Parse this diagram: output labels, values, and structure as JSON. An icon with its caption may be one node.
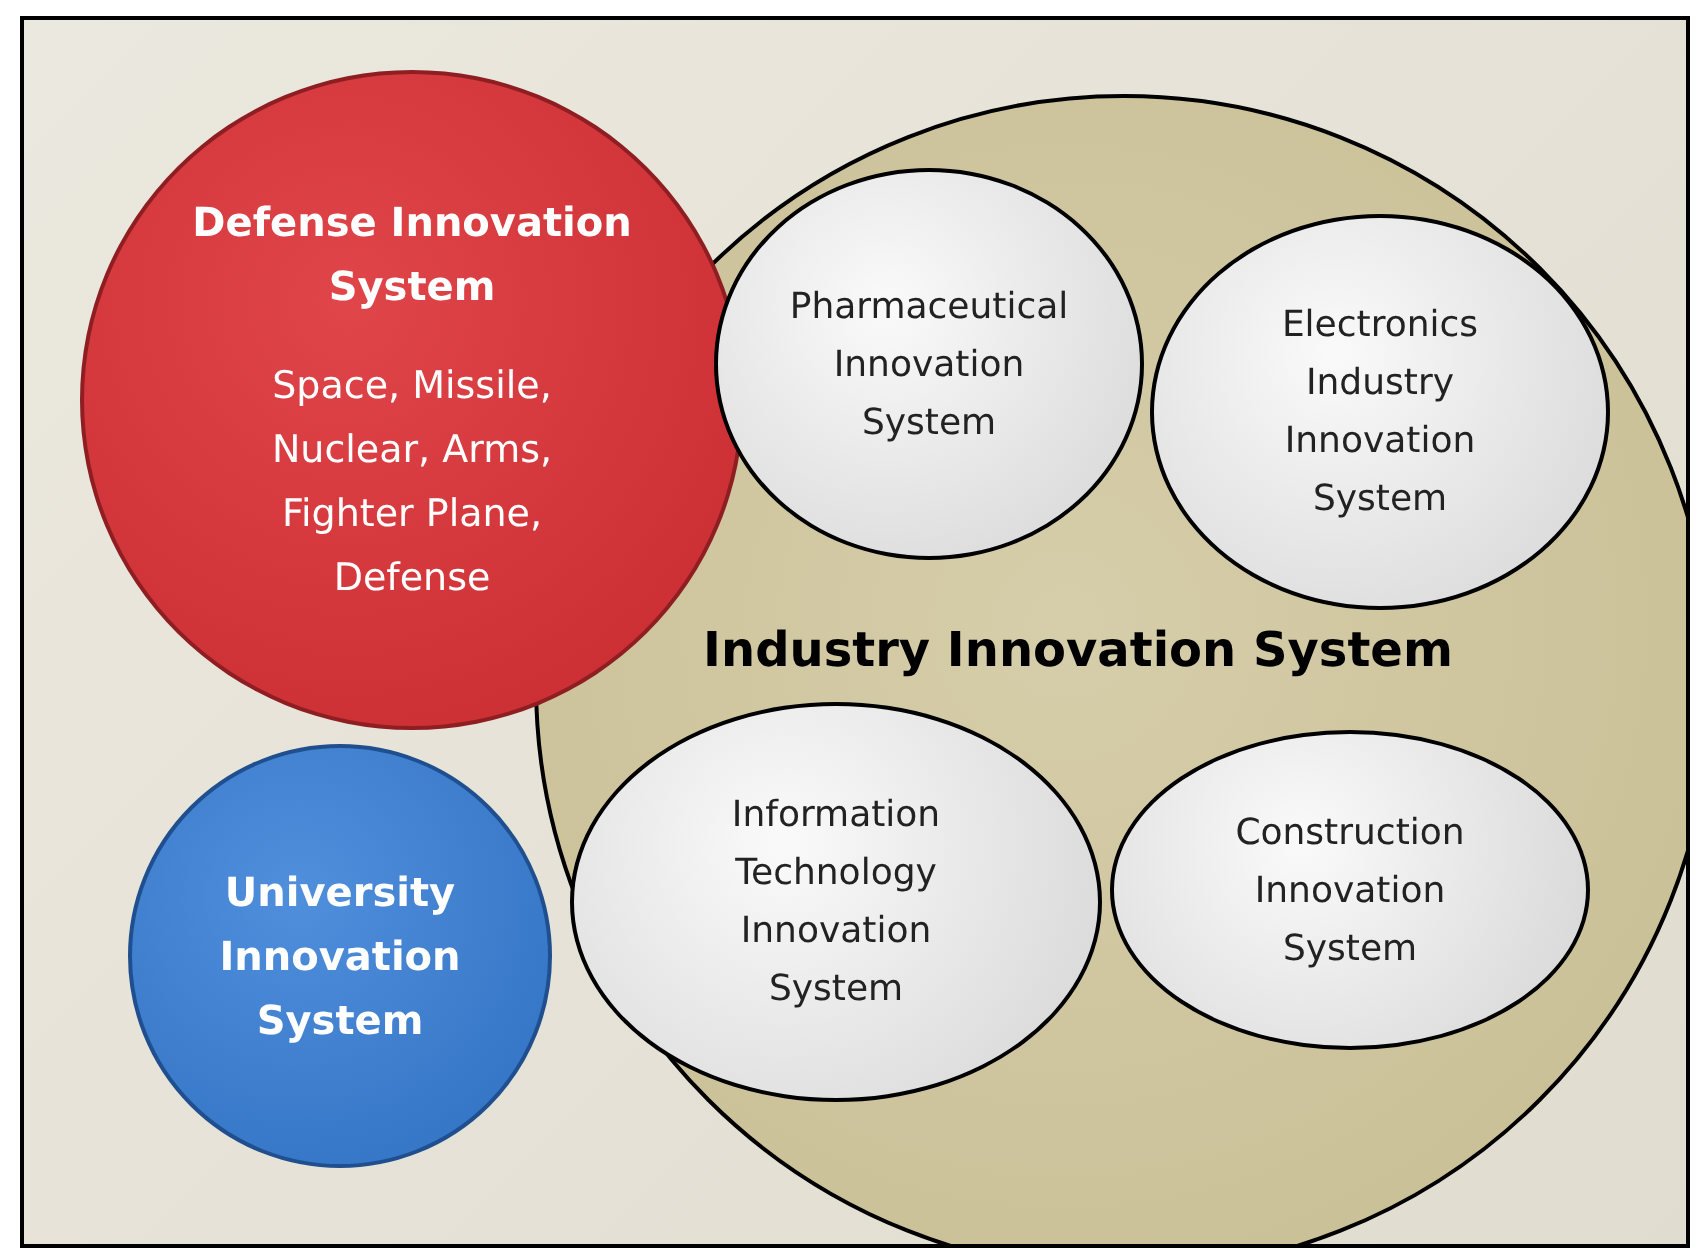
{
  "diagram": {
    "nodes": [
      {
        "text": [
          "Defense Innovation System",
          "Space, Missile, Nuclear, Arms, Fighter Plane, Defense"
        ]
      },
      {
        "text": [
          "Industry Innovation System"
        ]
      },
      {
        "text": [
          "Pharmaceutical Innovation System"
        ],
        "in": 1
      },
      {
        "text": [
          "Electronics Industry Innovation System"
        ],
        "in": 1
      },
      {
        "text": [
          "University Innovation System"
        ]
      },
      {
        "text": [
          "Information Technology Innovation System"
        ],
        "in": 1
      },
      {
        "text": [
          "Construction Innovation System"
        ],
        "in": 1
      }
    ]
  }
}
